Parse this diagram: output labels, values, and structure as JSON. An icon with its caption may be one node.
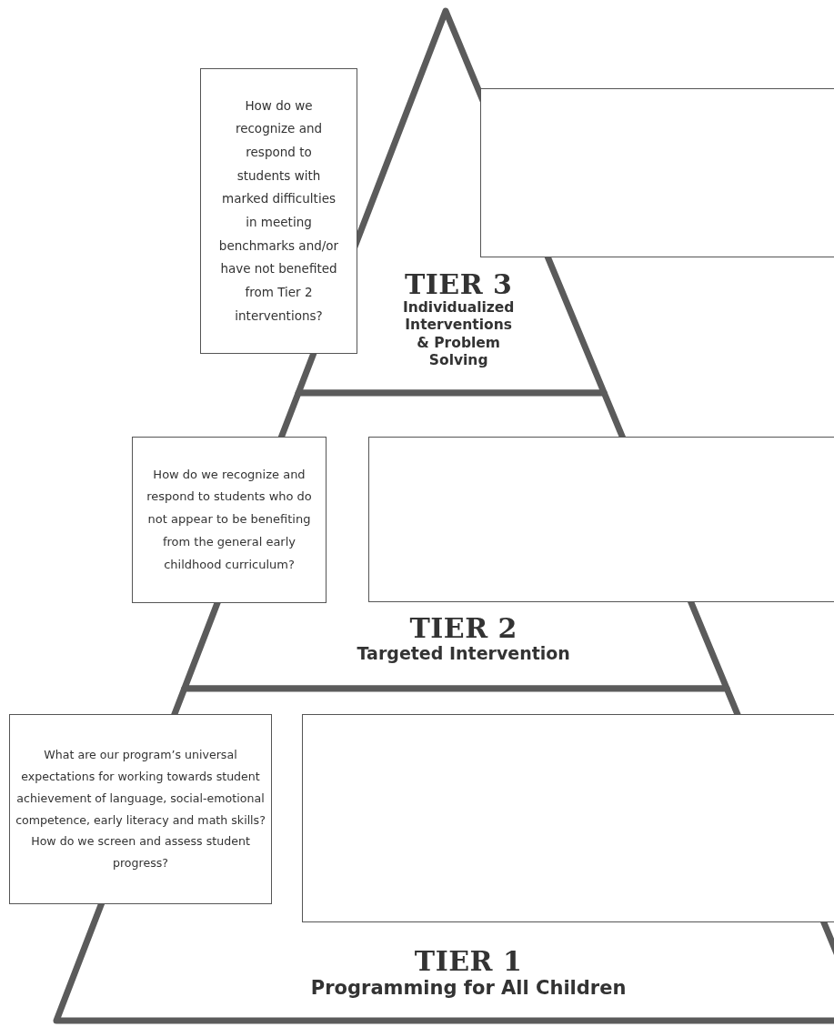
{
  "diagram": {
    "nodes": [
      {
        "text": [
          "How do we recognize and respond to students with marked difficulties in meeting benchmarks and/or have not benefited from Tier 2 interventions?"
        ]
      },
      {
        "text": [],
        "shape": "box"
      },
      {
        "text": [
          "TIER 3",
          "Individualized Interventions & Problem Solving"
        ]
      },
      {
        "text": [
          "How do we recognize and respond to students who do not appear to be benefiting from the general early childhood curriculum?"
        ]
      },
      {
        "text": [],
        "shape": "box"
      },
      {
        "text": [
          "TIER 2",
          "Targeted Intervention"
        ]
      },
      {
        "text": [
          "What are our program’s universal expectations for working towards student achievement of language, social-emotional competence, early literacy and math skills? How do we screen and assess student progress?"
        ]
      },
      {
        "text": [],
        "shape": "box"
      },
      {
        "text": [
          "TIER 1",
          "Programming for All Children"
        ]
      }
    ]
  }
}
